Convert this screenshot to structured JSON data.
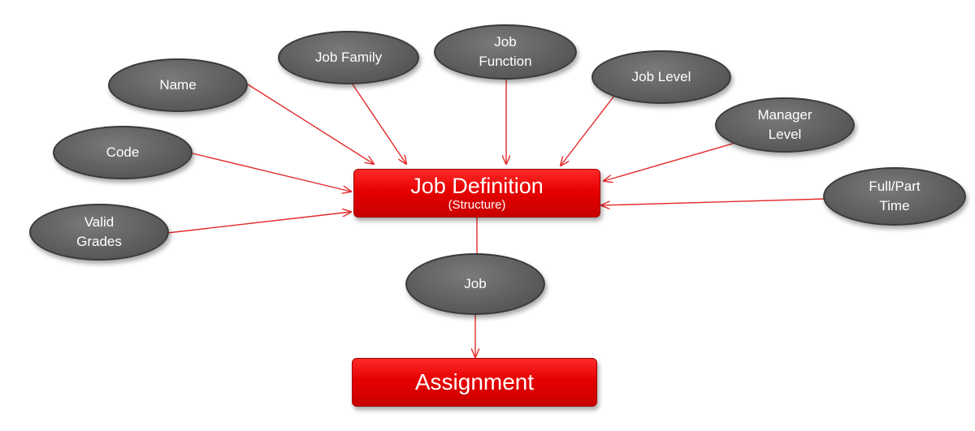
{
  "diagram": {
    "accent_color": "#e60000",
    "edge_color": "#e32b2b",
    "node_fill": "#5f5f5f",
    "attributes": [
      {
        "id": "name",
        "label": "Name"
      },
      {
        "id": "job-family",
        "label": "Job Family"
      },
      {
        "id": "job-function",
        "label": "Job\nFunction"
      },
      {
        "id": "job-level",
        "label": "Job Level"
      },
      {
        "id": "manager-level",
        "label": "Manager\nLevel"
      },
      {
        "id": "code",
        "label": "Code"
      },
      {
        "id": "full-part-time",
        "label": "Full/Part\nTime"
      },
      {
        "id": "valid-grades",
        "label": "Valid\nGrades"
      }
    ],
    "central": {
      "title": "Job Definition",
      "subtitle": "(Structure)"
    },
    "link": {
      "label": "Job"
    },
    "target": {
      "title": "Assignment"
    }
  }
}
